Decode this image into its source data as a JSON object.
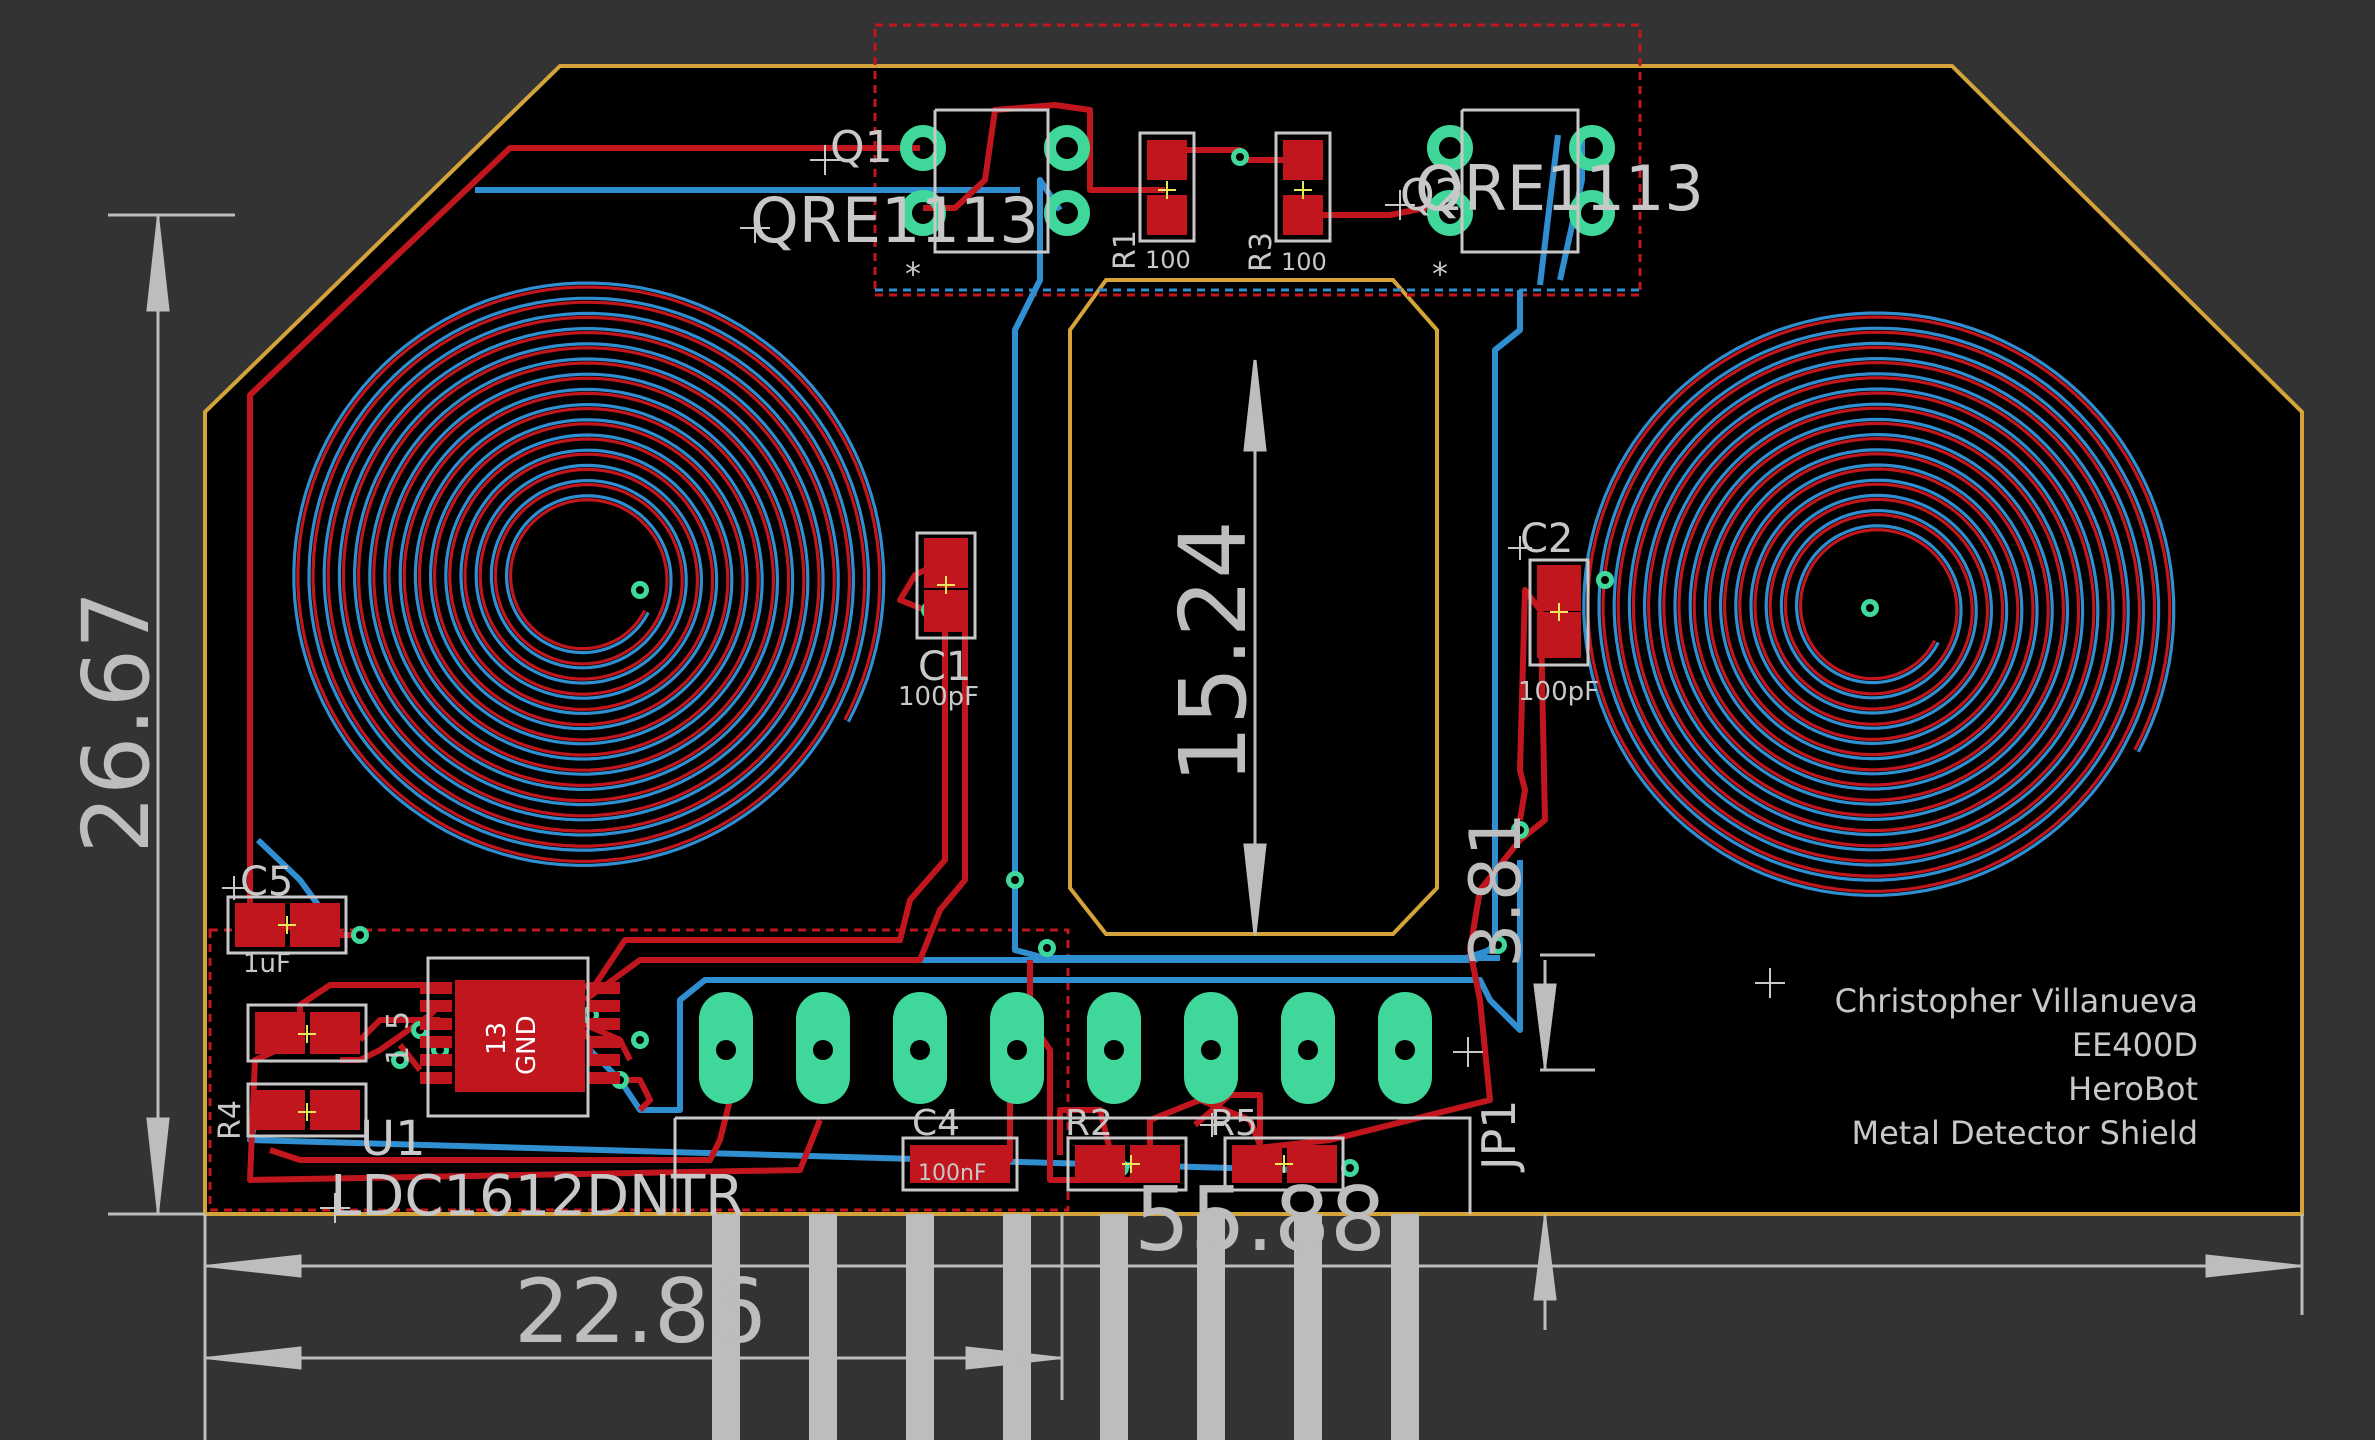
{
  "dimensions": {
    "left_height": "26.67",
    "window_height": "15.24",
    "small_gap": "3.81",
    "bottom_width": "55.88",
    "header_width": "22.86"
  },
  "parts": {
    "q1_label": "Q1",
    "q1_part": "QRE1113",
    "q2_label": "Q2",
    "q2_part": "QRE1113",
    "r1_label": "R1",
    "r1_value": "100",
    "r3_label": "R3",
    "r3_value": "100",
    "c1_label": "C1",
    "c1_value": "100pF",
    "c2_label": "C2",
    "c2_value": "100pF",
    "c5_label": "C5",
    "c5_value": "1uF",
    "c4_label": "C4",
    "c4_value": "100nF",
    "r2_label": "R2",
    "r5_label": "R5",
    "r4_label": "R4",
    "u1_label": "U1",
    "u1_part": "LDC1612DNTR",
    "u1_pin1": "1",
    "u1_pin5": "5",
    "u1_pad": "13",
    "u1_gnd": "GND",
    "jp1_label": "JP1",
    "star_mark": "*"
  },
  "notes": {
    "author": "Christopher Villanueva",
    "course": "EE400D",
    "project": "HeroBot",
    "title": "Metal Detector Shield"
  },
  "colors": {
    "background": "#333333",
    "board": "#000000",
    "outline": "#d4a43a",
    "top_copper": "#c1161e",
    "bottom_copper": "#2f8fd0",
    "pads": "#3fd89a",
    "silkscreen": "#c8c8c8"
  }
}
